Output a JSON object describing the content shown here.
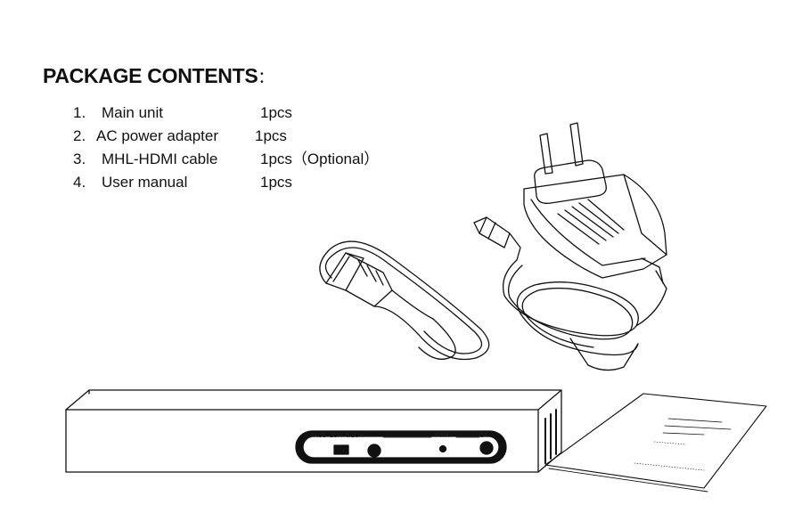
{
  "heading": {
    "title": "PACKAGE CONTENTS",
    "colon": "："
  },
  "items": [
    {
      "num": "1.",
      "name": "Main unit",
      "qty": "1pcs"
    },
    {
      "num": "2.",
      "name": "AC power adapter",
      "qty": "1pcs"
    },
    {
      "num": "3.",
      "name": "MHL-HDMI cable",
      "qty": "1pcs（Optional）"
    },
    {
      "num": "4.",
      "name": "User manual",
      "qty": "1pcs"
    }
  ],
  "device_panel": {
    "pass_label": "PASS",
    "ch2_label": "2CH",
    "ch51_label": "5.1CH",
    "pwr_label": "PWR",
    "power_symbol": "⏻/I"
  },
  "colors": {
    "line": "#111111",
    "background": "#ffffff"
  }
}
